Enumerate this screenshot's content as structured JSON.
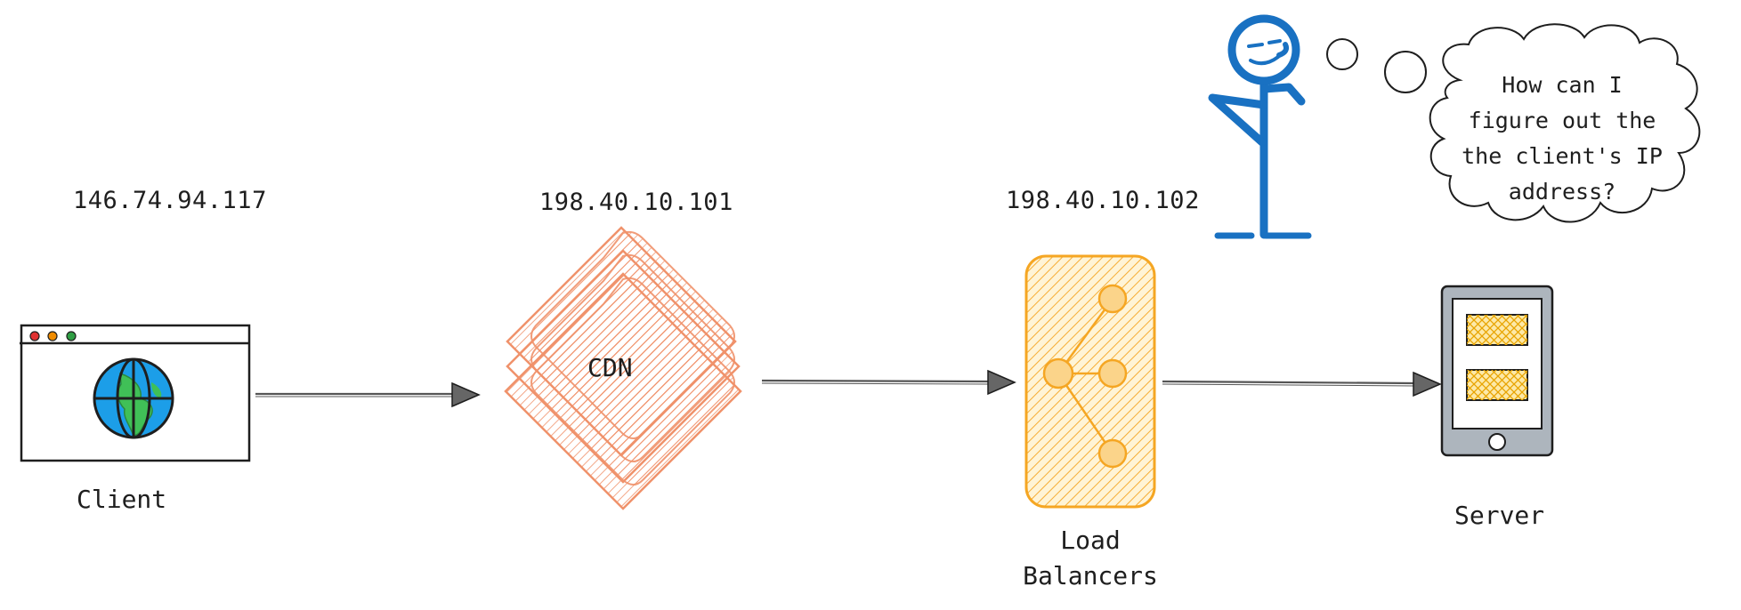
{
  "nodes": {
    "client": {
      "label": "Client",
      "ip": "146.74.94.117"
    },
    "cdn": {
      "label": "CDN",
      "ip": "198.40.10.101"
    },
    "load_balancer": {
      "label_line1": "Load",
      "label_line2": "Balancers",
      "ip": "198.40.10.102"
    },
    "server": {
      "label": "Server"
    }
  },
  "thought_bubble": {
    "lines": [
      "How can I",
      "figure out the",
      "the client's IP",
      "address?"
    ]
  },
  "colors": {
    "cdn": "#f0926b",
    "load_balancer": "#f5a623",
    "load_balancer_fill": "#fbd48a",
    "stick_figure": "#1971c2",
    "server_body": "#adb5bd",
    "server_panel": "#f2c14e",
    "globe_blue": "#1c9ee8",
    "globe_green": "#40c057",
    "stroke": "#1e1e1e",
    "arrow": "#555555"
  }
}
